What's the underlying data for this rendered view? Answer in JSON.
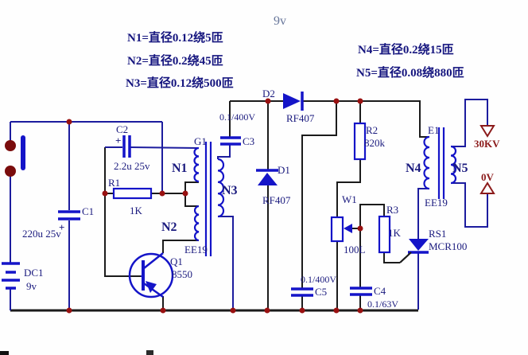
{
  "notes": {
    "n1": "N1=直径0.12绕5匝",
    "n2": "N2=直径0.2绕45匝",
    "n3": "N3=直径0.12绕500匝",
    "n4": "N4=直径0.2绕15匝",
    "n5": "N5=直径0.08绕880匝",
    "supply": "9v"
  },
  "components": {
    "battery": {
      "ref": "DC1",
      "value": "9v"
    },
    "c1": {
      "ref": "C1",
      "value": "220u 25v",
      "plus": "+"
    },
    "c2": {
      "ref": "C2",
      "value": "2.2u 25v",
      "plus": "+"
    },
    "c3": {
      "ref": "C3",
      "value": "0.1/400V"
    },
    "c4": {
      "ref": "C4",
      "value": "0.1/63V"
    },
    "c5": {
      "ref": "C5",
      "value": "0.1/400V"
    },
    "r1": {
      "ref": "R1",
      "value": "1K"
    },
    "r2": {
      "ref": "R2",
      "value": "820k"
    },
    "r3": {
      "ref": "R3",
      "value": "1K"
    },
    "w1": {
      "ref": "W1",
      "value": "100L"
    },
    "q1": {
      "ref": "Q1",
      "value": "8550"
    },
    "d1": {
      "ref": "D1",
      "value": "RF407"
    },
    "d2": {
      "ref": "D2",
      "value": "RF407"
    },
    "rs1": {
      "ref": "RS1",
      "value": "MCR100"
    },
    "t1": {
      "ref": "G1",
      "core": "EE19",
      "winding_left_top": "N1",
      "winding_left_bottom": "N2",
      "winding_right": "N3"
    },
    "t2": {
      "ref": "E1",
      "core": "EE19",
      "winding_left": "N4",
      "winding_right": "N5"
    }
  },
  "outputs": {
    "hv": "30KV",
    "gnd": "0V"
  },
  "colors": {
    "wire_blue": "#1c1c9e",
    "wire_black": "#1b1b1b",
    "component_blue": "#1414c8",
    "junction_red": "#991111",
    "terminal_red": "#8b1a1a",
    "text_navy": "#1a1a7e",
    "background": "#fefefe"
  }
}
